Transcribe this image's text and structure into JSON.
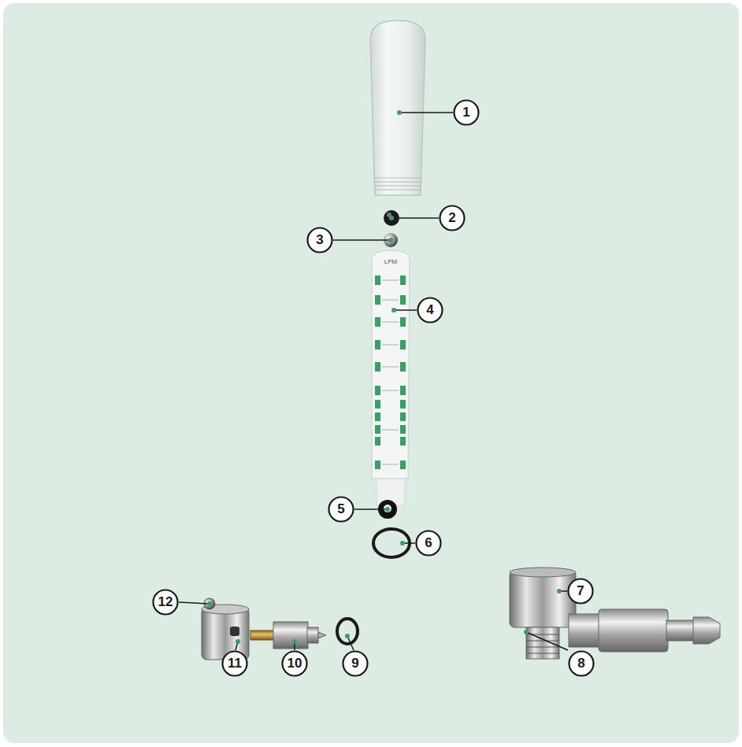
{
  "diagram": {
    "nodes": [
      {
        "text": [
          "1"
        ]
      },
      {
        "text": [
          "2"
        ]
      },
      {
        "text": [
          "3"
        ]
      },
      {
        "text": [
          "4"
        ]
      },
      {
        "text": [
          "5"
        ]
      },
      {
        "text": [
          "6"
        ]
      },
      {
        "text": [
          "7"
        ]
      },
      {
        "text": [
          "8"
        ]
      },
      {
        "text": [
          "9"
        ]
      },
      {
        "text": [
          "10"
        ]
      },
      {
        "text": [
          "11"
        ]
      },
      {
        "text": [
          "12"
        ]
      }
    ],
    "labels": [
      "LPM"
    ]
  }
}
